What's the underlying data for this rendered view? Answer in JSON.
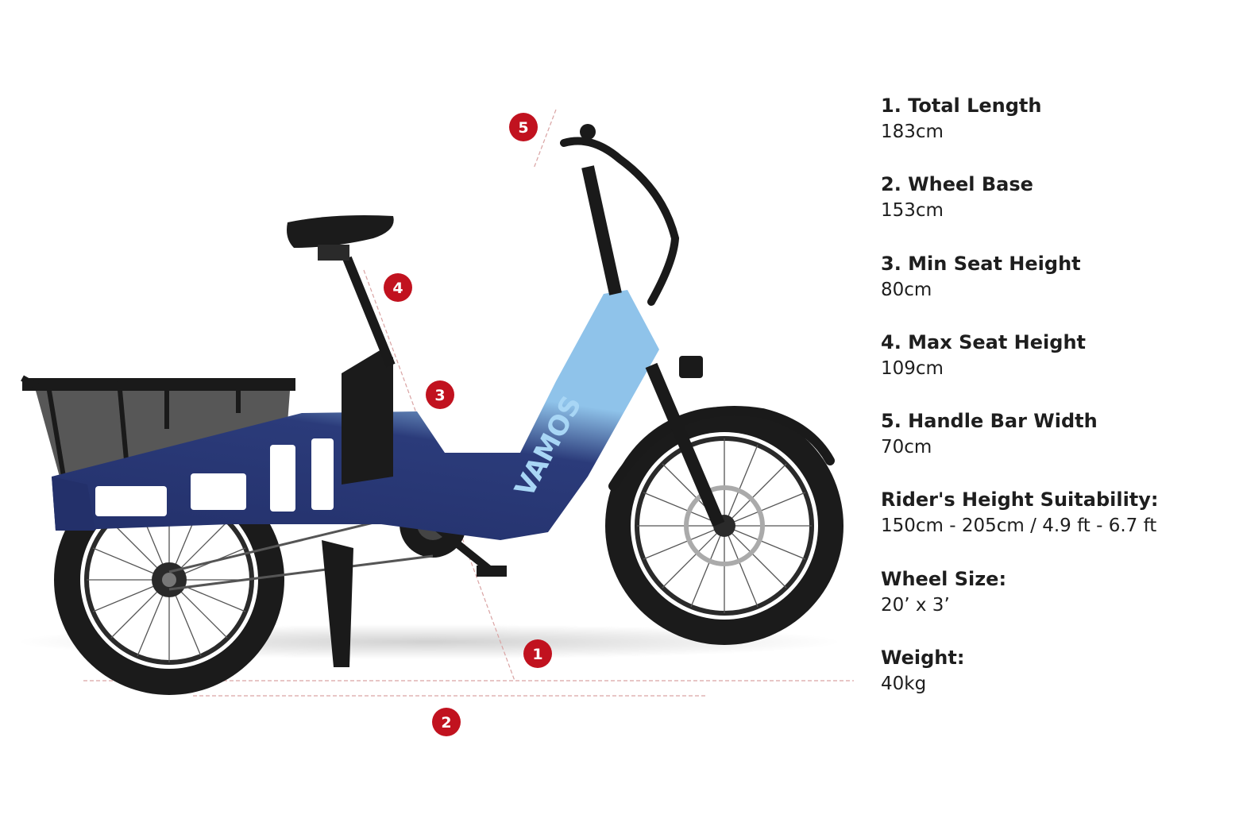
{
  "colors": {
    "marker": "#c1121f",
    "frame_dark": "#23306a",
    "frame_light": "#8fc3ea",
    "logo_text": "#a8d6f5",
    "measure_line": "#d9a3a3"
  },
  "bike": {
    "logo": "VAMOS"
  },
  "markers": [
    {
      "label": "1"
    },
    {
      "label": "2"
    },
    {
      "label": "3"
    },
    {
      "label": "4"
    },
    {
      "label": "5"
    }
  ],
  "specs": [
    {
      "label": "1. Total Length",
      "value": "183cm"
    },
    {
      "label": "2. Wheel Base",
      "value": "153cm"
    },
    {
      "label": "3. Min Seat Height",
      "value": "80cm"
    },
    {
      "label": "4. Max Seat Height",
      "value": "109cm"
    },
    {
      "label": "5. Handle Bar Width",
      "value": "70cm"
    },
    {
      "label": "Rider's Height Suitability:",
      "value": "150cm - 205cm / 4.9 ft - 6.7 ft"
    },
    {
      "label": "Wheel Size:",
      "value": "20’ x 3’"
    },
    {
      "label": "Weight:",
      "value": "40kg"
    }
  ]
}
